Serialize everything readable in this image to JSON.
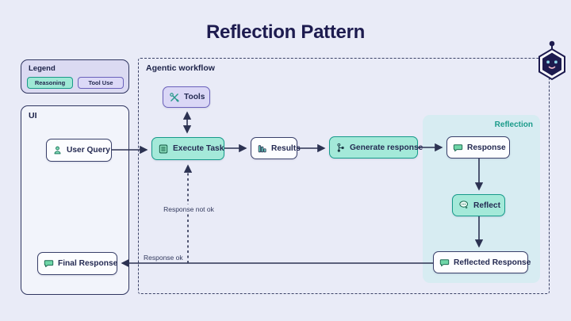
{
  "title": "Reflection Pattern",
  "legend": {
    "label": "Legend",
    "items": [
      {
        "label": "Reasoning",
        "kind": "reasoning"
      },
      {
        "label": "Tool Use",
        "kind": "tool-use"
      }
    ]
  },
  "ui_panel": {
    "label": "UI"
  },
  "workflow_panel": {
    "label": "Agentic workflow"
  },
  "reflection_zone": {
    "label": "Reflection"
  },
  "nodes": {
    "user_query": {
      "label": "User Query",
      "icon": "user-icon",
      "kind": "plain"
    },
    "final_response": {
      "label": "Final Response",
      "icon": "chat-bubble-icon",
      "kind": "plain"
    },
    "tools": {
      "label": "Tools",
      "icon": "tools-icon",
      "kind": "tool-use"
    },
    "execute_task": {
      "label": "Execute Task",
      "icon": "task-list-icon",
      "kind": "reasoning"
    },
    "results": {
      "label": "Results",
      "icon": "bar-chart-icon",
      "kind": "plain"
    },
    "generate_response": {
      "label": "Generate response",
      "icon": "branch-icon",
      "kind": "reasoning"
    },
    "response": {
      "label": "Response",
      "icon": "chat-bubble-icon",
      "kind": "plain"
    },
    "reflect": {
      "label": "Reflect",
      "icon": "thought-bubble-icon",
      "kind": "reasoning"
    },
    "reflected_response": {
      "label": "Reflected Response",
      "icon": "chat-bubble-icon",
      "kind": "plain"
    }
  },
  "edges": [
    {
      "from": "user_query",
      "to": "execute_task",
      "style": "solid"
    },
    {
      "from": "tools",
      "to": "execute_task",
      "style": "solid-double-arrow"
    },
    {
      "from": "execute_task",
      "to": "results",
      "style": "solid"
    },
    {
      "from": "results",
      "to": "generate_response",
      "style": "solid"
    },
    {
      "from": "generate_response",
      "to": "response",
      "style": "solid"
    },
    {
      "from": "response",
      "to": "reflect",
      "style": "solid"
    },
    {
      "from": "reflect",
      "to": "reflected_response",
      "style": "solid"
    },
    {
      "from": "reflected_response",
      "to": "final_response",
      "style": "solid",
      "label": "Response ok"
    },
    {
      "from": "reflected_response",
      "to": "execute_task",
      "style": "dashed",
      "label": "Response not ok"
    }
  ],
  "edge_labels": {
    "response_not_ok": "Response not ok",
    "response_ok": "Response ok"
  },
  "colors": {
    "background": "#e9ebf7",
    "title_text": "#1d1b4f",
    "reasoning_fill": "#a4e9d9",
    "reasoning_border": "#169a8a",
    "tool_use_fill": "#dad7f6",
    "tool_use_border": "#6a61bb",
    "node_fill": "#fcfdff",
    "node_border": "#39406a",
    "reflection_fill": "#d7ecf2",
    "reflection_label": "#1b9b8a",
    "arrow": "#2c3252",
    "icon_green": "#6fd6a8"
  }
}
